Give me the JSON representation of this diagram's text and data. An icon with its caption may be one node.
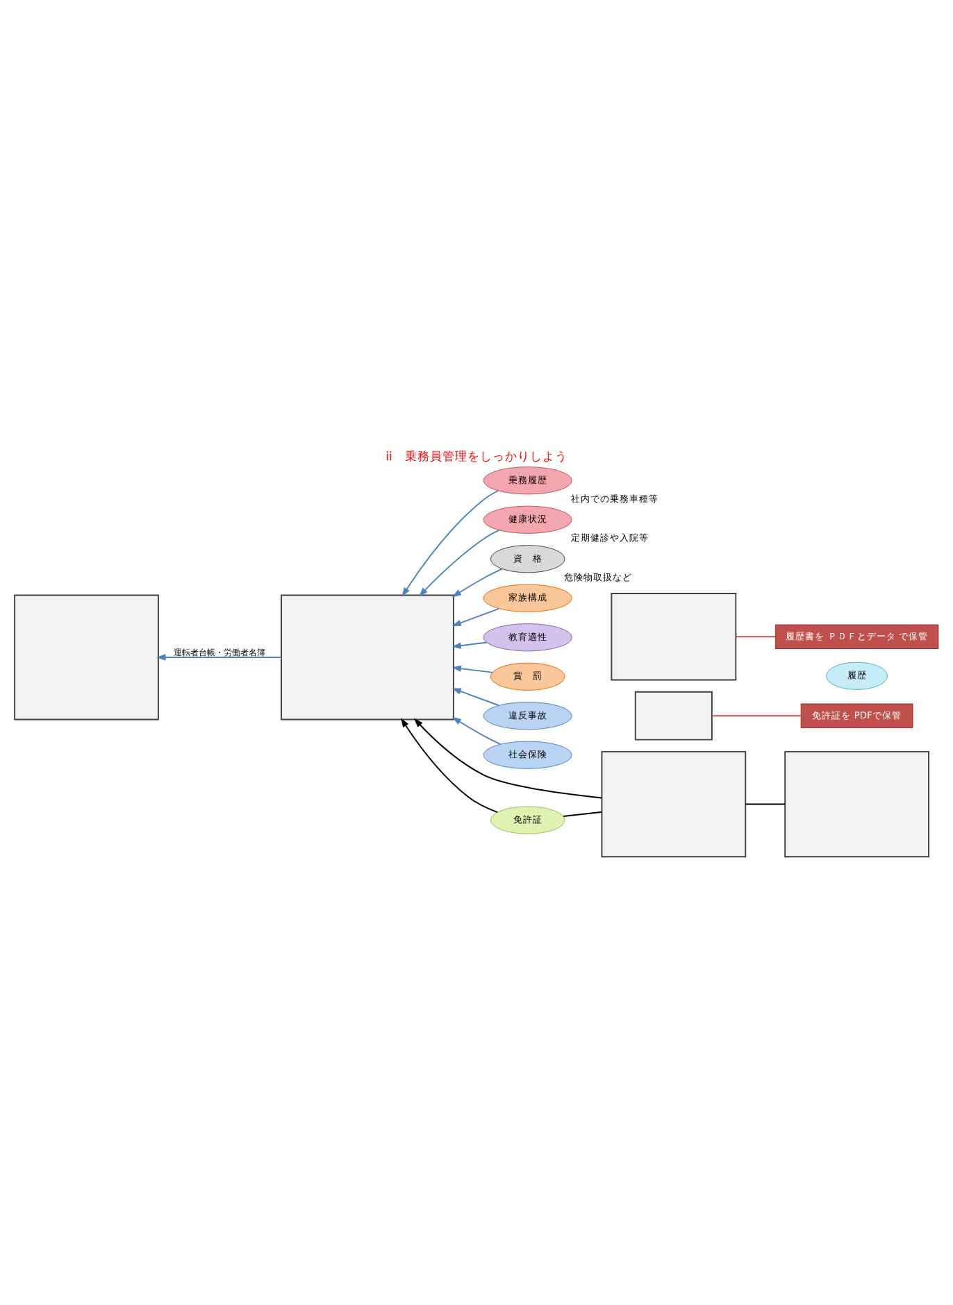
{
  "diagram": {
    "title": "ii　乗務員管理をしっかりしよう",
    "nodes": [
      {
        "text": [],
        "shape": "box"
      },
      {
        "text": [
          "乗務履歴"
        ],
        "beside": [
          "社内での乗務車種等"
        ]
      },
      {
        "text": [
          "健康状況"
        ],
        "beside": [
          "定期健診や入院等"
        ]
      },
      {
        "text": [
          "資　格"
        ],
        "beside": [
          "危険物取扱など"
        ]
      },
      {
        "text": [
          "家族構成"
        ]
      },
      {
        "text": [
          "教育適性"
        ]
      },
      {
        "text": [
          "賞　罰"
        ]
      },
      {
        "text": [
          "違反事故"
        ]
      },
      {
        "text": [
          "社会保険"
        ]
      },
      {
        "text": [
          "免許証"
        ]
      },
      {
        "text": [],
        "shape": "box"
      },
      {
        "text": [],
        "shape": "box"
      },
      {
        "text": [
          "免許証を PDFで保管"
        ]
      },
      {
        "text": [
          "履歴"
        ]
      },
      {
        "text": [],
        "shape": "box"
      },
      {
        "text": [],
        "shape": "box"
      },
      {
        "text": [
          "履歴書を ＰＤＦとデータ で保管"
        ]
      },
      {
        "text": [],
        "shape": "box"
      }
    ],
    "edges": [
      {
        "from": 1,
        "to": 0,
        "arrow": "to"
      },
      {
        "from": 2,
        "to": 0,
        "arrow": "to"
      },
      {
        "from": 3,
        "to": 0,
        "arrow": "to"
      },
      {
        "from": 4,
        "to": 0,
        "arrow": "to"
      },
      {
        "from": 5,
        "to": 0,
        "arrow": "to"
      },
      {
        "from": 6,
        "to": 0,
        "arrow": "to"
      },
      {
        "from": 7,
        "to": 0,
        "arrow": "to"
      },
      {
        "from": 8,
        "to": 0,
        "arrow": "to"
      },
      {
        "from": 0,
        "to": 17,
        "arrow": "to",
        "label": "運転者台帳・労働者名簿"
      },
      {
        "from": 9,
        "to": 0,
        "arrow": "to",
        "color": "#000000"
      },
      {
        "from": 10,
        "to": 9,
        "arrow": "none",
        "color": "#000000"
      },
      {
        "from": 10,
        "to": 0,
        "arrow": "to",
        "color": "#000000"
      },
      {
        "from": 14,
        "to": 10,
        "arrow": "none",
        "color": "#000000"
      },
      {
        "from": 12,
        "to": 11,
        "arrow": "none",
        "color": "#c0504d"
      },
      {
        "from": 16,
        "to": 15,
        "arrow": "none",
        "color": "#c0504d"
      }
    ]
  }
}
